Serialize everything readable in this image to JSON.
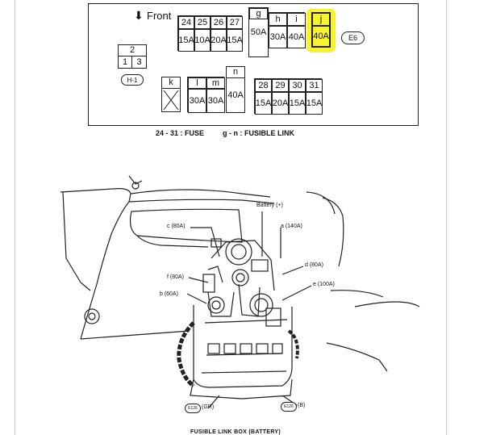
{
  "fuse_box": {
    "front_label": "Front",
    "fuses": [
      {
        "num": "24",
        "rating": "15A"
      },
      {
        "num": "25",
        "rating": "10A"
      },
      {
        "num": "26",
        "rating": "20A"
      },
      {
        "num": "27",
        "rating": "15A"
      }
    ],
    "fusible_links_top": [
      {
        "id": "g",
        "rating": "50A"
      },
      {
        "id": "h",
        "rating": "30A"
      },
      {
        "id": "i",
        "rating": "40A"
      },
      {
        "id": "j",
        "rating": "40A"
      }
    ],
    "connector_e6": "E6",
    "relay_block": {
      "top": "2",
      "left": "1",
      "right": "3"
    },
    "connector_h1": "H-1",
    "fusible_links_bottom": [
      {
        "id": "k",
        "rating": ""
      },
      {
        "id": "l",
        "rating": "30A"
      },
      {
        "id": "m",
        "rating": "30A"
      },
      {
        "id": "n",
        "rating": "40A"
      }
    ],
    "fuses_bottom": [
      {
        "num": "28",
        "rating": "15A"
      },
      {
        "num": "29",
        "rating": "20A"
      },
      {
        "num": "30",
        "rating": "15A"
      },
      {
        "num": "31",
        "rating": "15A"
      }
    ],
    "highlight_color": "#f7f21a"
  },
  "caption": {
    "fuse": "24 - 31 : FUSE",
    "fusible_link": "g - n : FUSIBLE LINK"
  },
  "illustration": {
    "labels": {
      "battery": "Battery (+)",
      "a": "a (140A)",
      "c": "c (80A)",
      "d": "d (80A)",
      "e": "e (100A)",
      "f": "f (80A)",
      "b": "b (60A)",
      "e126_gr": "E126",
      "gr": "(GR)",
      "e126_b": "E126",
      "b_conn": "(B)"
    },
    "title": "FUSIBLE LINK BOX (BATTERY)"
  }
}
